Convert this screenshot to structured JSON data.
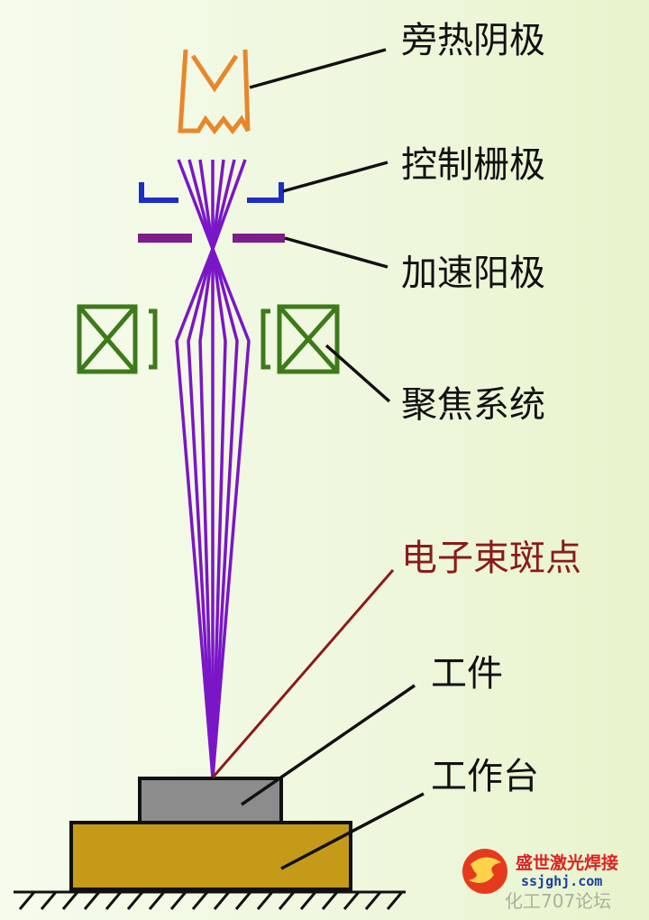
{
  "labels": {
    "cathode": "旁热阴极",
    "control_grid": "控制栅极",
    "anode": "加速阳极",
    "focus": "聚焦系统",
    "beam_spot": "电子束斑点",
    "workpiece": "工件",
    "table": "工作台"
  },
  "watermark": {
    "company": "盛世激光焊接",
    "url": "ssjghj.com",
    "faint_text": "化工707论坛"
  },
  "colors": {
    "cathode": "#e8872a",
    "grid": "#1c2fc4",
    "anode": "#7d1d8a",
    "beam": "#7a16c8",
    "coil": "#3f7a1a",
    "spot_line": "#8b1a1a",
    "workpiece": "#8c8c8c",
    "table": "#c59a18"
  }
}
